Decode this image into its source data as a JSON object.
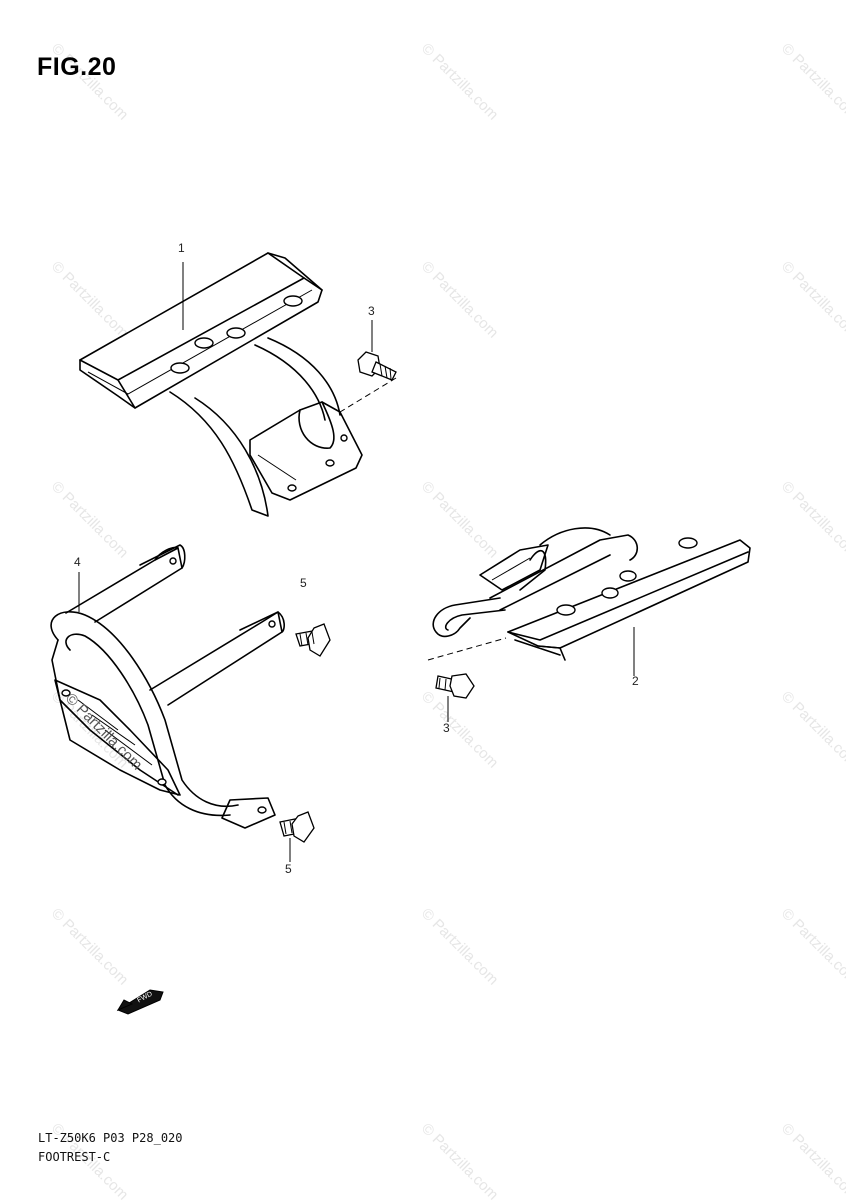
{
  "figure": {
    "title": "FIG.20",
    "code": "LT-Z50K6 P03 P28_020",
    "name": "FOOTREST-C"
  },
  "callouts": {
    "part1": "1",
    "part2": "2",
    "part3_top": "3",
    "part3_bottom": "3",
    "part4": "4",
    "part5_top": "5",
    "part5_bottom": "5"
  },
  "watermark": {
    "text": "© Partzilla.com",
    "overlay_text": "© Partzilla.com"
  },
  "direction_marker": {
    "text": "FWD",
    "icon": "forward-arrow-icon"
  }
}
